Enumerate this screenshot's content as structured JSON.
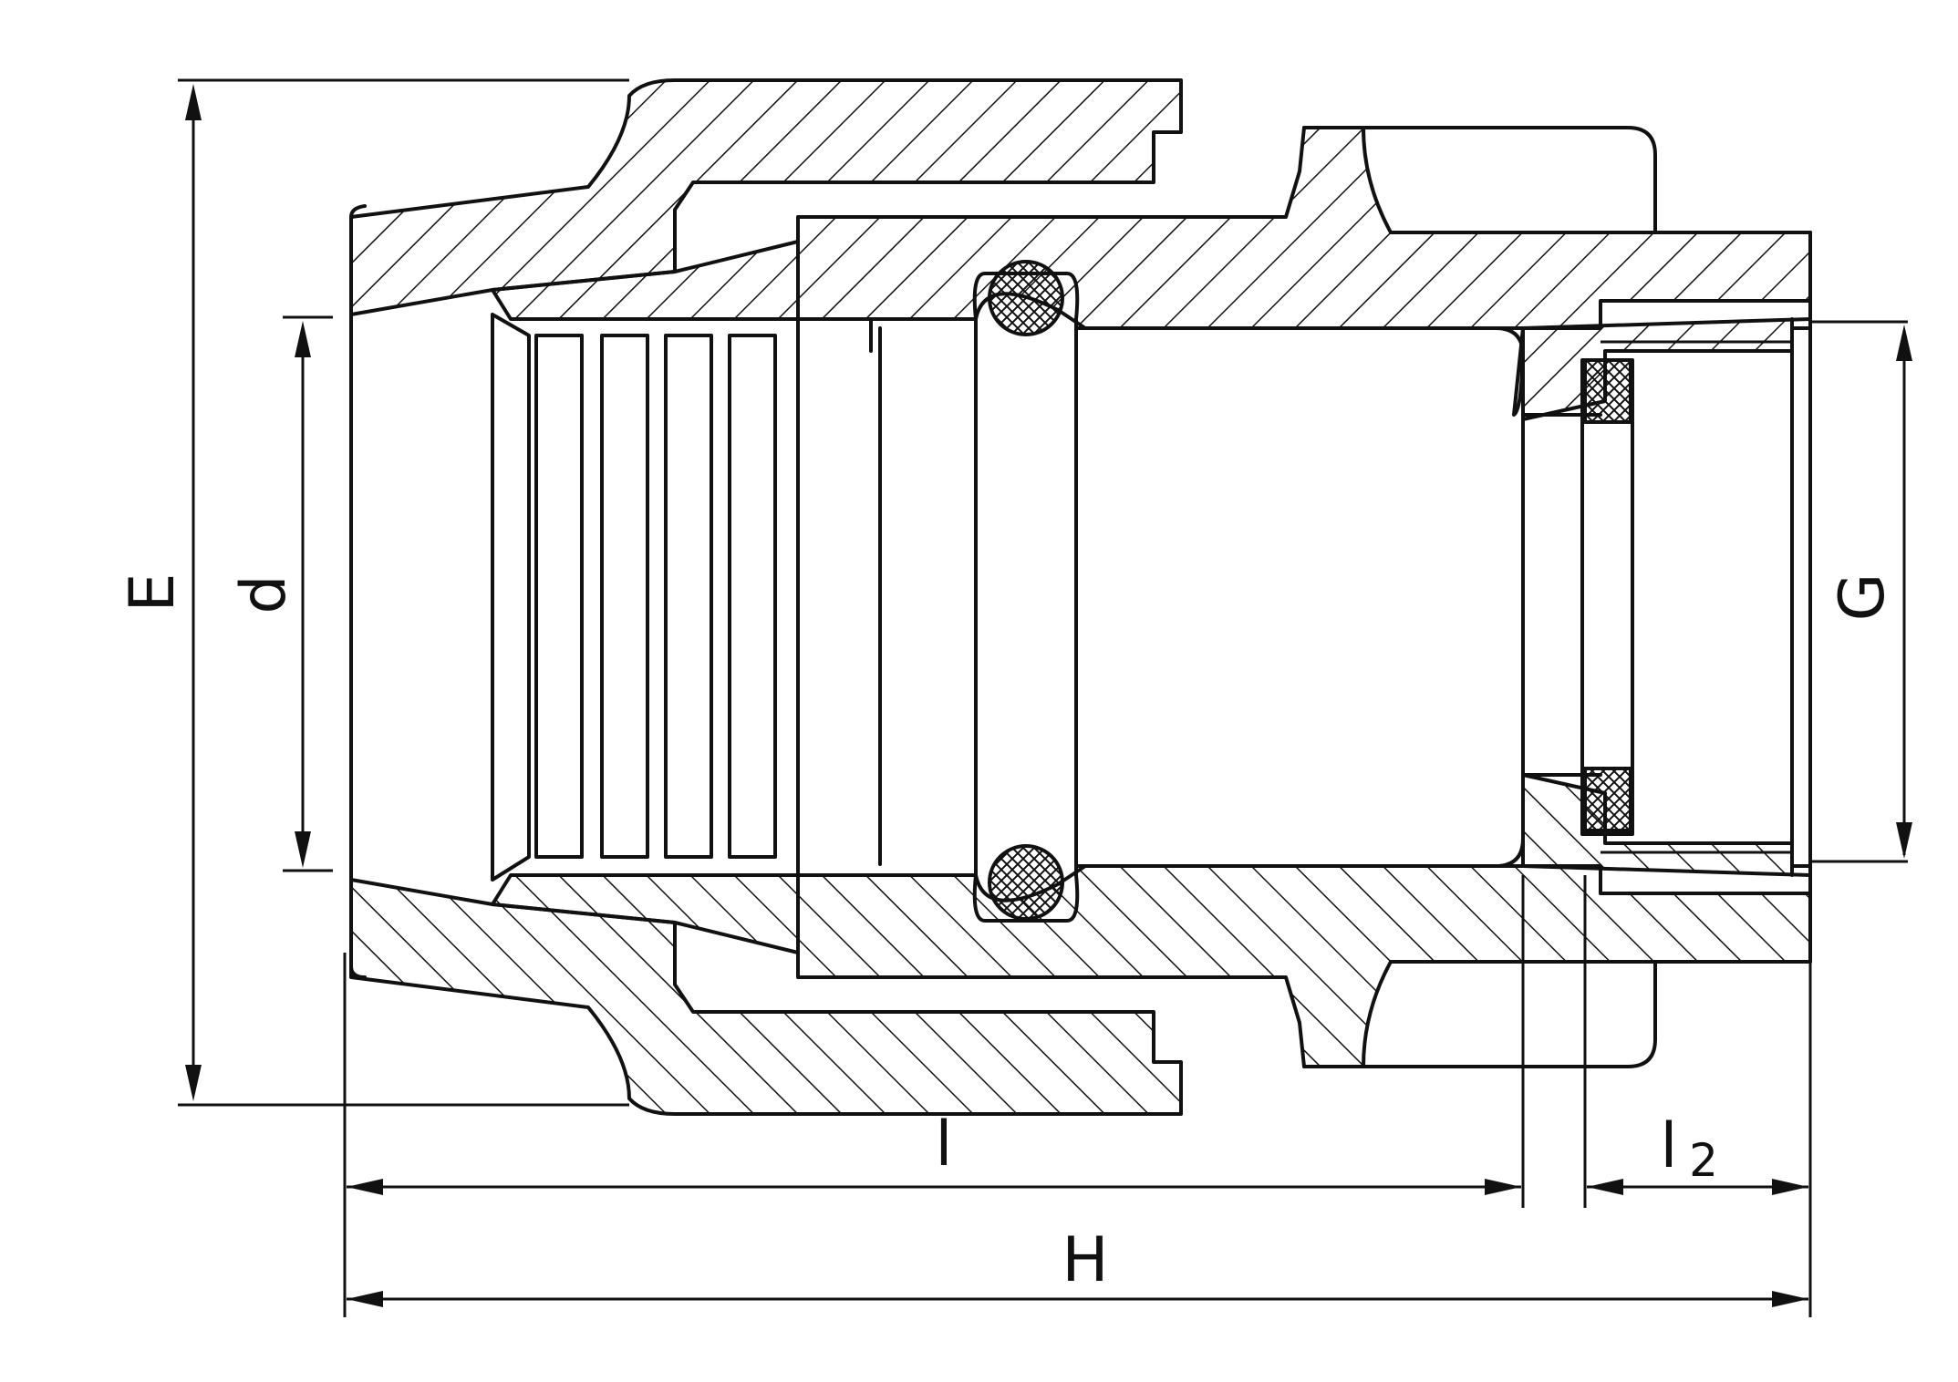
{
  "diagram": {
    "dimension_labels": {
      "E": "E",
      "d": "d",
      "G": "G",
      "l": "l",
      "l2": "l",
      "l2_subscript": "2",
      "H": "H"
    }
  }
}
